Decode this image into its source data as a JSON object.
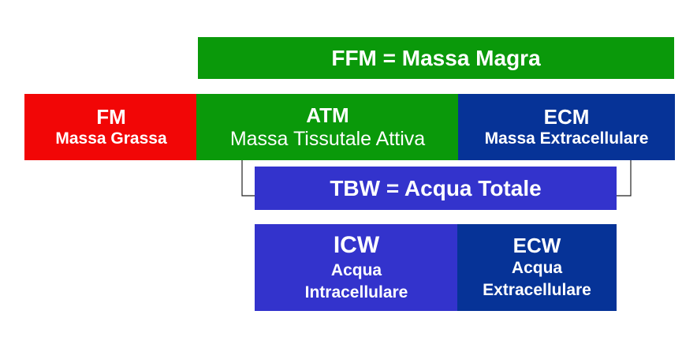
{
  "ffm": {
    "label": "FFM = Massa Magra"
  },
  "fm": {
    "abbr": "FM",
    "name": "Massa Grassa"
  },
  "atm": {
    "abbr": "ATM",
    "name": "Massa Tissutale Attiva"
  },
  "ecm": {
    "abbr": "ECM",
    "name": "Massa Extracellulare"
  },
  "tbw": {
    "label": "TBW = Acqua Totale"
  },
  "icw": {
    "abbr": "ICW",
    "name_line1": "Acqua",
    "name_line2": "Intracellulare"
  },
  "ecw": {
    "abbr": "ECW",
    "name_line1": "Acqua",
    "name_line2": "Extracellulare"
  },
  "colors": {
    "green": "#0a990a",
    "red": "#f20606",
    "navy": "#063397",
    "blue": "#3333cc"
  }
}
